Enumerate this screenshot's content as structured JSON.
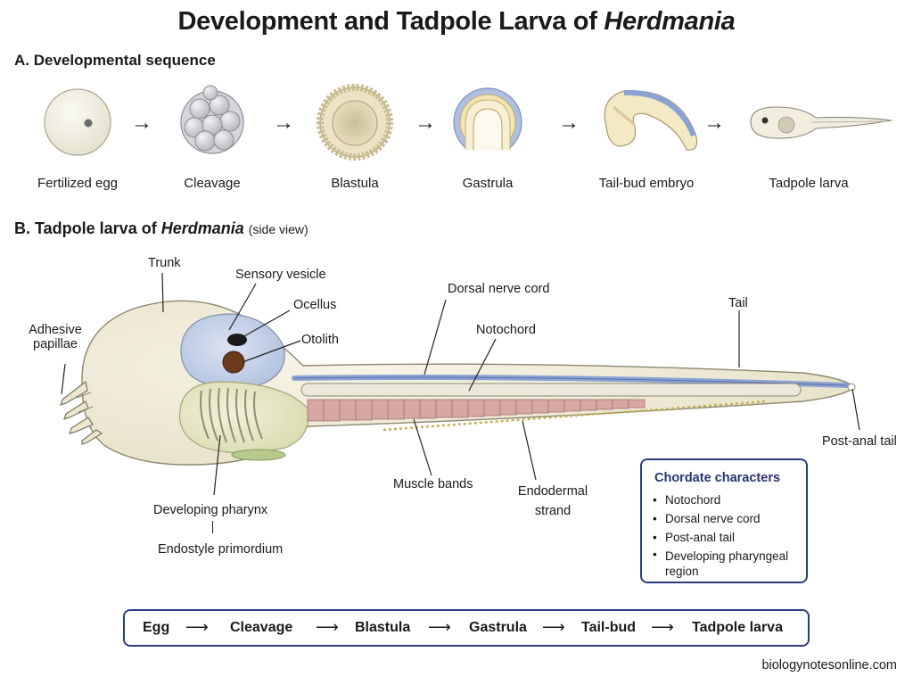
{
  "title": {
    "text": "Development and Tadpole Larva of ",
    "italic": "Herdmania"
  },
  "section_a": {
    "label": "A. Developmental sequence"
  },
  "stages": [
    {
      "label": "Fertilized egg"
    },
    {
      "label": "Cleavage"
    },
    {
      "label": "Blastula"
    },
    {
      "label": "Gastrula"
    },
    {
      "label": "Tail-bud embryo"
    },
    {
      "label": "Tadpole larva"
    }
  ],
  "section_b": {
    "prefix": "B.  Tadpole larva of ",
    "italic": "Herdmania",
    "suffix": "(side view)"
  },
  "larva_labels": {
    "trunk": "Trunk",
    "sensory_vesicle": "Sensory vesicle",
    "ocellus": "Ocellus",
    "otolith": "Otolith",
    "adhesive_1": "Adhesive",
    "adhesive_2": "papillae",
    "dorsal_nerve_cord": "Dorsal nerve cord",
    "notochord": "Notochord",
    "tail": "Tail",
    "post_anal_tail": "Post-anal tail",
    "muscle_bands": "Muscle bands",
    "endodermal_1": "Endodermal",
    "endodermal_2": "strand",
    "developing_pharynx": "Developing pharynx",
    "endostyle_primordium": "Endostyle primordium"
  },
  "chordate_box": {
    "title": "Chordate characters",
    "items": [
      "Notochord",
      "Dorsal nerve cord",
      "Post-anal tail",
      "Developing pharyngeal region"
    ]
  },
  "sequence": [
    "Egg",
    "Cleavage",
    "Blastula",
    "Gastrula",
    "Tail-bud",
    "Tadpole larva"
  ],
  "arrow_glyph": "⟶",
  "footer": "biologynotesonline.com",
  "colors": {
    "box_border": "#2c3c80",
    "notochord": "#d6a8a4",
    "nerve_cord": "#8aa3d4",
    "body": "#f2eede"
  }
}
